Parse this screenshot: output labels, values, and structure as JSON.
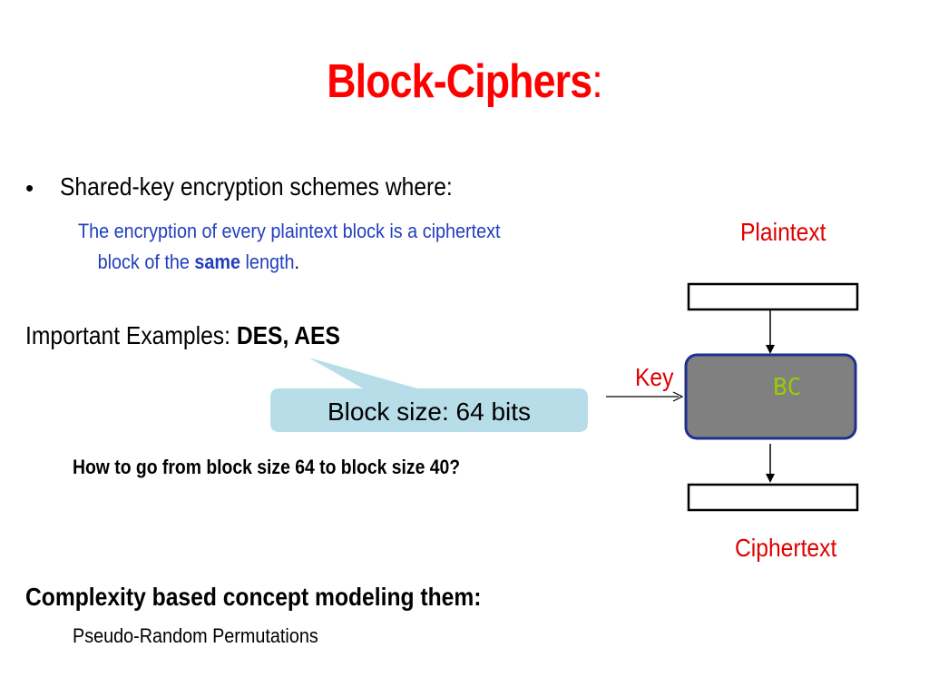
{
  "slide": {
    "title": "Block-Ciphers",
    "title_suffix": ":",
    "bullet_symbol": "•",
    "bullet1": "Shared-key encryption schemes where:",
    "sub1": {
      "line1": "The encryption of every plaintext block is a ciphertext",
      "line2_prefix": "block of the ",
      "line2_bold": "same",
      "line2_suffix": " length",
      "line2_end": "."
    },
    "examples": {
      "label": "Important Examples: ",
      "values": "DES, AES"
    },
    "callout": "Block size: 64 bits",
    "question": "How to go from block size 64 to block size 40?",
    "complexity": "Complexity based concept modeling them:",
    "prp": "Pseudo-Random Permutations"
  },
  "diagram": {
    "plaintext_label": "Plaintext",
    "ciphertext_label": "Ciphertext",
    "key_label": "Key",
    "bc_label": "BC"
  },
  "colors": {
    "title": "#ff0000",
    "sub_text": "#1f3fbf",
    "diagram_labels": "#e00000",
    "bc_box_fill": "#808080",
    "bc_box_border": "#1f2f8f",
    "bc_text": "#99cc00",
    "callout_fill": "#b7dde8"
  }
}
